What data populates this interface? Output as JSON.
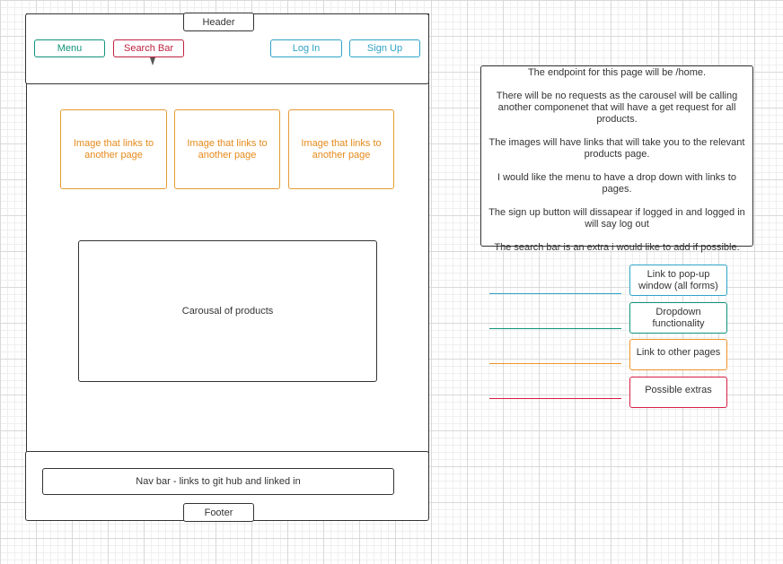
{
  "header": {
    "label": "Header",
    "buttons": {
      "menu": "Menu",
      "search": "Search Bar",
      "login": "Log In",
      "signup": "Sign Up"
    }
  },
  "cards": [
    {
      "text": "Image that  links to another page"
    },
    {
      "text": "Image that  links to another page"
    },
    {
      "text": "Image that  links to another page"
    }
  ],
  "carousel": {
    "text": "Carousal of  products"
  },
  "footer": {
    "nav": "Nav bar -  links to git hub  and linked in",
    "label": "Footer"
  },
  "notes": [
    "The endpoint for this page will be /home.",
    "There will be no  requests as the carousel will be calling another componenet that  will have a get request  for all products.",
    "The images  will have links that will take you to the  relevant products page.",
    "I would like the menu to have a drop down with links to pages.",
    "The sign up button will  dissapear if logged in and logged in will say log  out",
    "The search bar is an  extra i would  like to add if possible."
  ],
  "legend": [
    {
      "label": "Link to pop-up window (all forms)",
      "color": "#2ea3c7"
    },
    {
      "label": "Dropdown functionality",
      "color": "#0f9479"
    },
    {
      "label": "Link to other pages",
      "color": "#f0932b"
    },
    {
      "label": "Possible extras",
      "color": "#d61f45"
    }
  ],
  "colors": {
    "menu": "#0f9479",
    "search": "#c0213f",
    "login": "#2ea3c7",
    "signup": "#2ea3c7",
    "image": "#e69b33"
  }
}
